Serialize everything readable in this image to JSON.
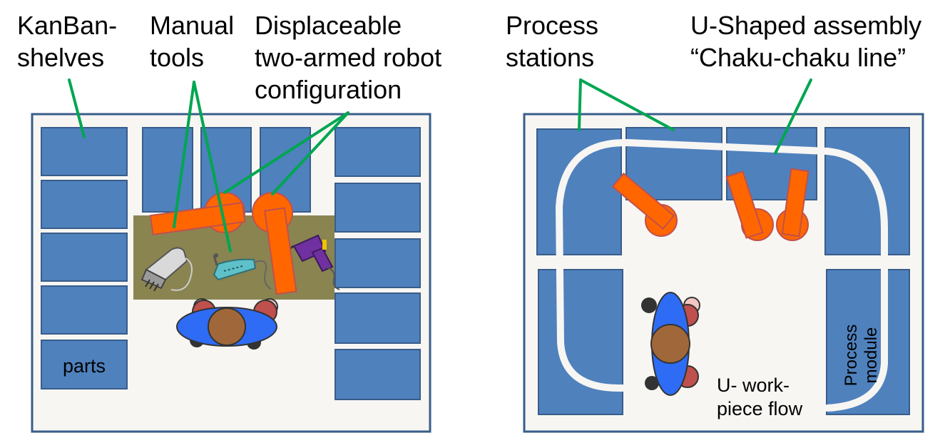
{
  "labels": {
    "kanban_line1": "KanBan-",
    "kanban_line2": "shelves",
    "manual_line1": "Manual",
    "manual_line2": "tools",
    "displace_line1": "Displaceable",
    "displace_line2": "two-armed robot",
    "displace_line3": "configuration",
    "process_line1": "Process",
    "process_line2": "stations",
    "ushape_line1": "U-Shaped assembly",
    "ushape_line2": "“Chaku-chaku line”",
    "parts": "parts",
    "uflow_line1": "U- work-",
    "uflow_line2": "piece flow",
    "module_line1": "Process",
    "module_line2": "module"
  },
  "colors": {
    "station": "#4f81bd",
    "station_border": "#385d8a",
    "robot": "#ff6600",
    "robot_border": "#c0504d",
    "leader": "#00a651",
    "floor": "#f7f6f3",
    "tool_table": "#8a8451",
    "flow": "#f7f6f3"
  },
  "icons": {
    "worker": "person-topview-icon",
    "tools": [
      "scanner-icon",
      "rotary-tool-icon",
      "drill-icon"
    ]
  }
}
